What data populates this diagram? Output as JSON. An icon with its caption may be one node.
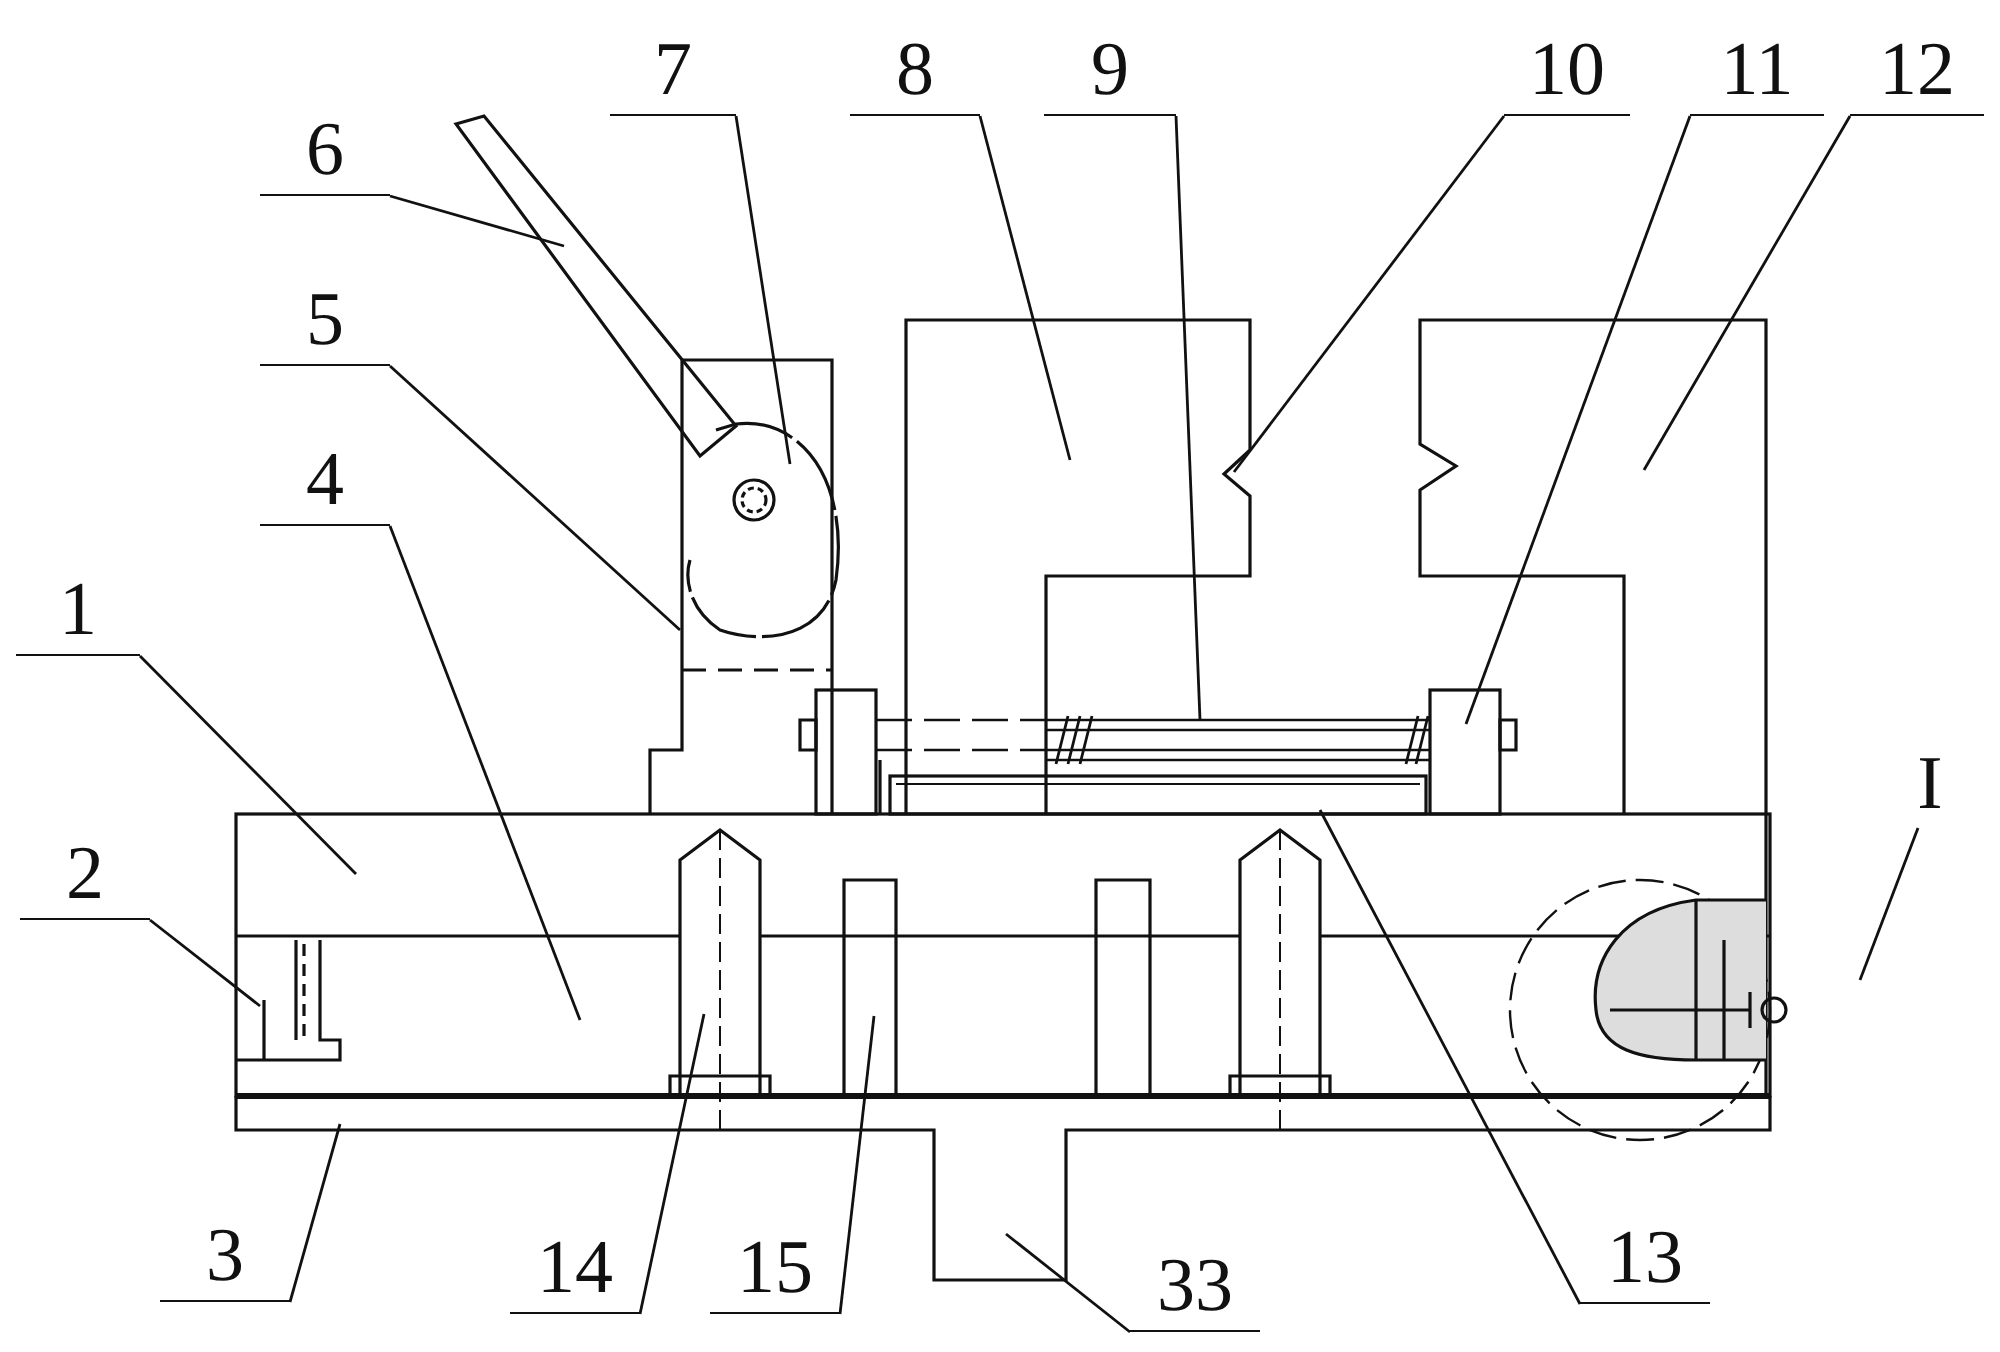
{
  "diagram": {
    "nodes": [
      {
        "text": [
          "1"
        ]
      },
      {
        "text": [
          "2"
        ]
      },
      {
        "text": [
          "3"
        ]
      },
      {
        "text": [
          "4"
        ]
      },
      {
        "text": [
          "5"
        ]
      },
      {
        "text": [
          "6"
        ]
      },
      {
        "text": [
          "7"
        ]
      },
      {
        "text": [
          "8"
        ]
      },
      {
        "text": [
          "9"
        ]
      },
      {
        "text": [
          "10"
        ]
      },
      {
        "text": [
          "11"
        ]
      },
      {
        "text": [
          "12"
        ]
      },
      {
        "text": [
          "13"
        ]
      },
      {
        "text": [
          "14"
        ]
      },
      {
        "text": [
          "15"
        ]
      },
      {
        "text": [
          "33"
        ]
      },
      {
        "text": [
          "I"
        ]
      }
    ],
    "edges": [
      {
        "from": 0,
        "to": null,
        "arrow": "none"
      },
      {
        "from": 1,
        "to": null,
        "arrow": "none"
      },
      {
        "from": 2,
        "to": null,
        "arrow": "none"
      },
      {
        "from": 3,
        "to": null,
        "arrow": "none"
      },
      {
        "from": 4,
        "to": null,
        "arrow": "none"
      },
      {
        "from": 5,
        "to": null,
        "arrow": "none"
      },
      {
        "from": 6,
        "to": null,
        "arrow": "none"
      },
      {
        "from": 7,
        "to": null,
        "arrow": "none"
      },
      {
        "from": 8,
        "to": null,
        "arrow": "none"
      },
      {
        "from": 9,
        "to": null,
        "arrow": "none"
      },
      {
        "from": 10,
        "to": null,
        "arrow": "none"
      },
      {
        "from": 11,
        "to": null,
        "arrow": "none"
      },
      {
        "from": 12,
        "to": null,
        "arrow": "none"
      },
      {
        "from": 13,
        "to": null,
        "arrow": "none"
      },
      {
        "from": 14,
        "to": null,
        "arrow": "none"
      },
      {
        "from": 15,
        "to": null,
        "arrow": "none"
      },
      {
        "from": 16,
        "to": null,
        "arrow": "none"
      }
    ]
  }
}
